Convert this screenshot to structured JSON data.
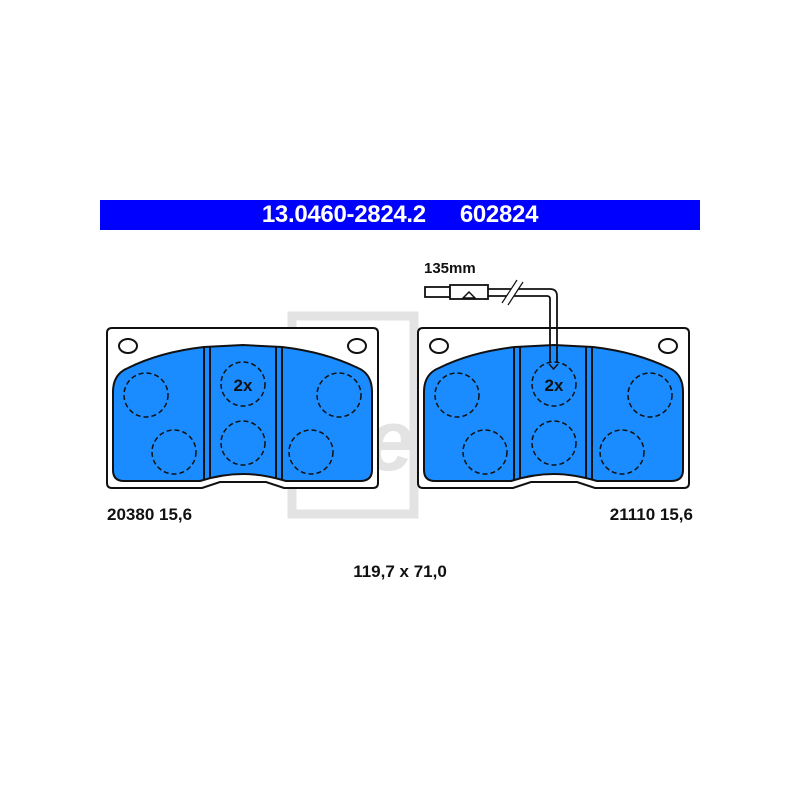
{
  "header": {
    "part_number": "13.0460-2824.2",
    "reference_number": "602824",
    "background_color": "#0000ff",
    "text_color": "#ffffff"
  },
  "diagram": {
    "friction_color": "#1a8cff",
    "outline_color": "#111111",
    "watermark_color": "#e3e3e3",
    "watermark_text": "ate",
    "left_pad": {
      "label": "20380 15,6",
      "marking": "2x",
      "has_wear_sensor": false
    },
    "right_pad": {
      "label": "21110 15,6",
      "marking": "2x",
      "has_wear_sensor": true,
      "wear_sensor_length": "135mm"
    },
    "dimensions": "119,7 x 71,0"
  }
}
